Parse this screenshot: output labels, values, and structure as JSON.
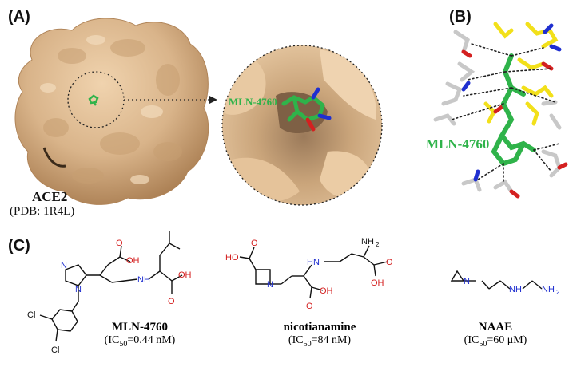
{
  "panels": {
    "a": {
      "label": "(A)",
      "protein_name": "ACE2",
      "pdb": "(PDB: 1R4L)",
      "ligand_label": "MLN-4760"
    },
    "b": {
      "label": "(B)",
      "ligand_label": "MLN-4760"
    },
    "c": {
      "label": "(C)",
      "compounds": [
        {
          "name": "MLN-4760",
          "ic_prefix": "(IC",
          "ic_sub": "50",
          "ic_value": "=0.44 nM)"
        },
        {
          "name": "nicotianamine",
          "ic_prefix": "(IC",
          "ic_sub": "50",
          "ic_value": "=84 nM)"
        },
        {
          "name": "NAAE",
          "ic_prefix": "(IC",
          "ic_sub": "50",
          "ic_value": "=60 μM)"
        }
      ],
      "atom_labels": {
        "oh": "OH",
        "ho": "HO",
        "o": "O",
        "n": "N",
        "nh": "NH",
        "h": "H",
        "nh2": "NH",
        "two": "2",
        "cl": "Cl"
      }
    }
  },
  "colors": {
    "surface": "#d9b48a",
    "surface_dark": "#b98f62",
    "ligand_green": "#2fb34a",
    "nitrogen": "#1f2fd0",
    "oxygen": "#d42020",
    "carbon_grey": "#c8c8c8",
    "carbon_yellow": "#f2e01a"
  }
}
